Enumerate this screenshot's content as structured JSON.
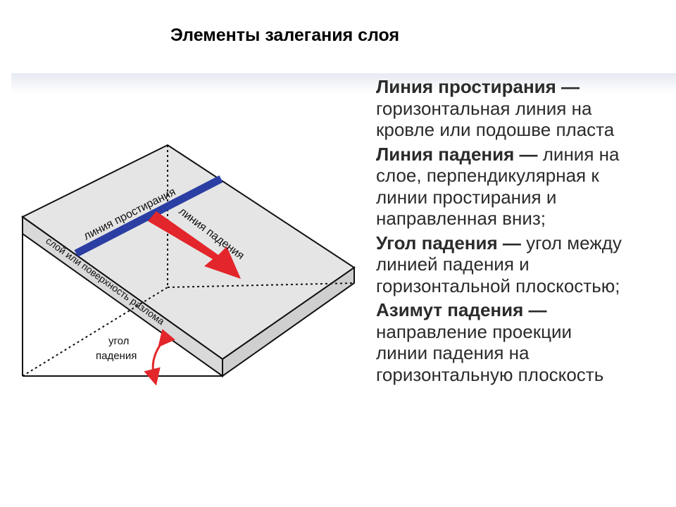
{
  "title": "Элементы залегания слоя",
  "diagram": {
    "strike_label": "линия простирания",
    "dip_label": "линия падения",
    "layer_label": "слой или поверхность разлома",
    "angle_label_line1": "угол",
    "angle_label_line2": "падения",
    "colors": {
      "strike_line": "#2b3ea3",
      "dip_arrow": "#e3262b",
      "angle_arrow": "#e3262b",
      "surface": "#e5e5e5",
      "edge": "#111111"
    }
  },
  "definitions": [
    {
      "term": "Линия простирания",
      "dash": " — ",
      "text_first": "",
      "lines": [
        "горизонтальная линия на",
        "кровле или подошве пласта"
      ]
    },
    {
      "term": "Линия падения",
      "dash": " — ",
      "text_first": "линия на",
      "lines": [
        "слое, перпендикулярная к",
        "линии простирания и",
        "направленная вниз;"
      ]
    },
    {
      "term": "Угол падения",
      "dash": " — ",
      "text_first": "угол между",
      "lines": [
        "линией падения и",
        "горизонтальной плоскостью;"
      ]
    },
    {
      "term": "Азимут падения",
      "dash": " — ",
      "text_first": "",
      "lines": [
        "направление проекции",
        "линии падения на",
        "горизонтальную плоскость"
      ]
    }
  ]
}
